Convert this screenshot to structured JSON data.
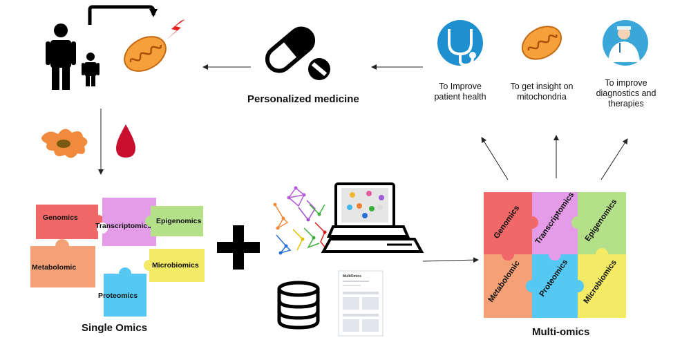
{
  "headings": {
    "personalized_medicine": "Personalized medicine",
    "single_omics": "Single Omics",
    "multi_omics": "Multi-omics"
  },
  "goals": [
    {
      "line1": "To Improve",
      "line2": "patient health",
      "line3": "",
      "icon": "stethoscope-icon",
      "color": "#1e8fcf"
    },
    {
      "line1": "To get insight on",
      "line2": "mitochondria",
      "line3": "",
      "icon": "mitochondrion-icon",
      "color": "#f5a03b"
    },
    {
      "line1": "To improve",
      "line2": "diagnostics and",
      "line3": "therapies",
      "icon": "doctor-icon",
      "color": "#3aa7d8"
    }
  ],
  "single_omics": {
    "genomics": "Genomics",
    "transcriptomics": "Transcriptomics",
    "epigenomics": "Epigenomics",
    "metabolomic": "Metabolomic",
    "microbiomics": "Microbiomics",
    "proteomics": "Proteomics"
  },
  "multi_omics": {
    "genomics": "Genomics",
    "transcriptomics": "Transcriptomics",
    "epigenomics": "Epigenomics",
    "metabolomic": "Metabolomic",
    "proteomics": "Proteomics",
    "microbiomics": "Microbiomics"
  },
  "doc_title": "MultiOmics",
  "colors": {
    "genomics": "#f06868",
    "transcriptomics": "#e49ce8",
    "epigenomics": "#b4e08a",
    "metabolomic": "#f5a178",
    "proteomics": "#55c8f4",
    "microbiomics": "#f3ea66",
    "mitochondrion": "#f5a03b",
    "blood": "#c8102e",
    "cell": "#f08a3c"
  }
}
